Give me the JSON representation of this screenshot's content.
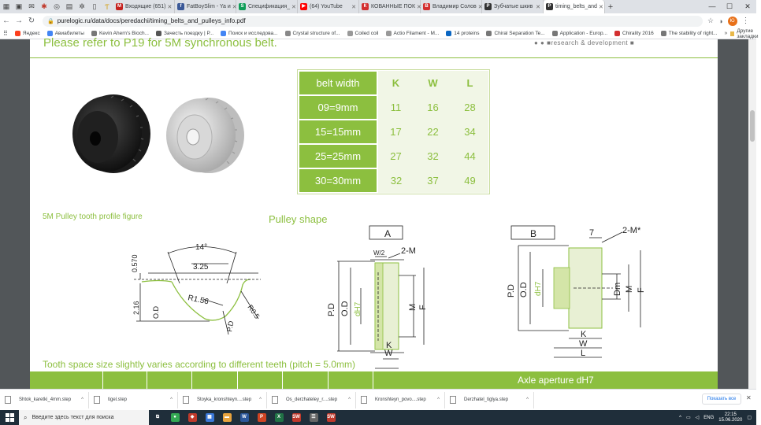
{
  "browser": {
    "tabs": [
      {
        "title": "Входящие (651)",
        "fav_color": "#c5221f",
        "fav_glyph": "M"
      },
      {
        "title": "FatBoySlim - Ya и",
        "fav_color": "#3b5998",
        "fav_glyph": "f"
      },
      {
        "title": "Спецификация_",
        "fav_color": "#0f9d58",
        "fav_glyph": "S"
      },
      {
        "title": "(64) YouTube",
        "fav_color": "#ff0000",
        "fav_glyph": "▶"
      },
      {
        "title": "КОВАННЫЕ ПОК",
        "fav_color": "#d32f2f",
        "fav_glyph": "К"
      },
      {
        "title": "Владимир Солов",
        "fav_color": "#d32f2f",
        "fav_glyph": "В"
      },
      {
        "title": "Зубчатые шкив",
        "fav_color": "#333333",
        "fav_glyph": "P"
      },
      {
        "title": "timing_belts_and",
        "fav_color": "#333333",
        "fav_glyph": "P",
        "active": true
      }
    ],
    "new_tab_label": "+",
    "window_controls": [
      "—",
      "☐",
      "✕"
    ],
    "url": "purelogic.ru/data/docs/peredachi/timing_belts_and_pulleys_info.pdf",
    "profile_initial": "Ю",
    "bookmarks": [
      {
        "label": "Яндекс",
        "color": "#fc3f1d"
      },
      {
        "label": "Авиабилеты",
        "color": "#4285f4"
      },
      {
        "label": "Kevin Ahern's Bioch...",
        "color": "#777777"
      },
      {
        "label": "Зачесть поездку | Р...",
        "color": "#555555"
      },
      {
        "label": "Поиск и исследова...",
        "color": "#4285f4"
      },
      {
        "label": "Crystal structure of...",
        "color": "#888888"
      },
      {
        "label": "Coiled coil",
        "color": "#999999"
      },
      {
        "label": "Actio Filament - M...",
        "color": "#999999"
      },
      {
        "label": "14 proteins",
        "color": "#0a66c2"
      },
      {
        "label": "Chiral Separation Te...",
        "color": "#777777"
      },
      {
        "label": "Application - Europ...",
        "color": "#777777"
      },
      {
        "label": "Chirality 2016",
        "color": "#d32f2f"
      },
      {
        "label": "The stability of right...",
        "color": "#777777"
      }
    ],
    "bookmarks_more": "»",
    "other_bookmarks": "Другие закладки"
  },
  "pdf": {
    "header_text": "Please refer to P19 for 5M synchronous belt.",
    "header_right": "● ● ■research & development ■",
    "accent_color": "#8cbf3f",
    "table": {
      "headers": [
        "belt width",
        "K",
        "W",
        "L"
      ],
      "rows": [
        [
          "09=9mm",
          "11",
          "16",
          "28"
        ],
        [
          "15=15mm",
          "17",
          "22",
          "34"
        ],
        [
          "25=25mm",
          "27",
          "32",
          "44"
        ],
        [
          "30=30mm",
          "32",
          "37",
          "49"
        ]
      ]
    },
    "tooth_caption": "5M Pulley tooth profile figure",
    "pulley_shape_caption": "Pulley shape",
    "tooth_diagram": {
      "angle": "14°",
      "width": "3.25",
      "height": "0.570",
      "depth": "2.16",
      "radius_big": "R1.56",
      "radius_small": "R0.5",
      "od": "O.D",
      "pd": "P.D"
    },
    "shape_a": {
      "label": "A",
      "w2": "W/2",
      "m": "2-M",
      "pd": "P.D",
      "od": "O.D",
      "dh7": "dH7",
      "mlab": "M",
      "f": "F",
      "k": "K",
      "w": "W"
    },
    "shape_b": {
      "label": "B",
      "seven": "7",
      "m": "2-M*",
      "pd": "P.D",
      "od": "O.D",
      "dh7": "dH7",
      "dm": "Dm",
      "mlab": "M",
      "f": "F",
      "k": "K",
      "w": "W",
      "l": "L"
    },
    "bottom_text": "Tooth space size slightly varies according to different teeth (pitch = 5.0mm)",
    "band_text": "Axle aperture  dH7"
  },
  "downloads": {
    "items": [
      "Shtok_karetki_4mm.step",
      "tigel.step",
      "Stoyka_kronshteyn....step",
      "Os_derzhateley_r....step",
      "Kronshteyn_povo....step",
      "Derzhatel_tiglya.step"
    ],
    "show_all": "Показать все",
    "close": "✕"
  },
  "taskbar": {
    "search_placeholder": "Введите здесь текст для поиска",
    "apps": [
      {
        "color": "#ffffff",
        "glyph": "⧉",
        "dark": true
      },
      {
        "color": "#34a853",
        "glyph": "●"
      },
      {
        "color": "#c0392b",
        "glyph": "◆"
      },
      {
        "color": "#3b78d8",
        "glyph": "▦"
      },
      {
        "color": "#e8a33d",
        "glyph": "▬"
      },
      {
        "color": "#2b579a",
        "glyph": "W"
      },
      {
        "color": "#d04423",
        "glyph": "P"
      },
      {
        "color": "#217346",
        "glyph": "X"
      },
      {
        "color": "#c0392b",
        "glyph": "SW"
      },
      {
        "color": "#666666",
        "glyph": "☰"
      },
      {
        "color": "#c0392b",
        "glyph": "SW"
      }
    ],
    "language": "ENG",
    "time": "22:15",
    "date": "15.06.2020"
  }
}
